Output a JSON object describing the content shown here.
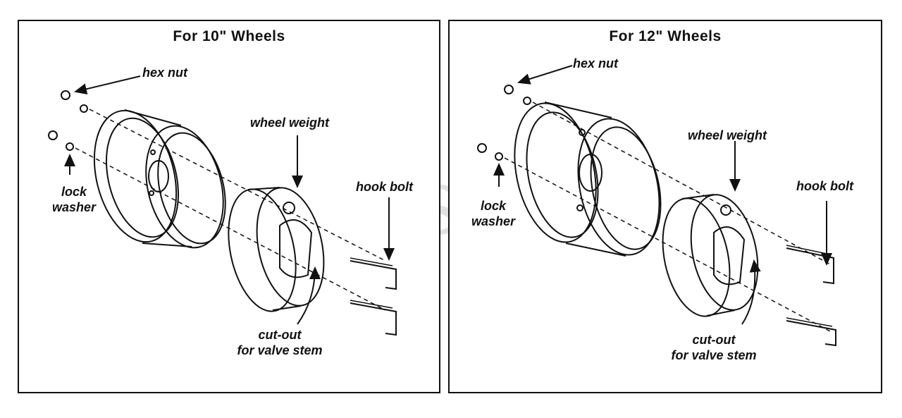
{
  "left_panel": {
    "title": "For 10\" Wheels",
    "labels": {
      "hex_nut": "hex nut",
      "wheel_weight": "wheel weight",
      "lock_washer_line1": "lock",
      "lock_washer_line2": "washer",
      "hook_bolt": "hook bolt",
      "cutout_line1": "cut-out",
      "cutout_line2": "for valve stem"
    }
  },
  "right_panel": {
    "title": "For 12\" Wheels",
    "labels": {
      "hex_nut": "hex nut",
      "wheel_weight": "wheel weight",
      "lock_washer_line1": "lock",
      "lock_washer_line2": "washer",
      "hook_bolt": "hook bolt",
      "cutout_line1": "cut-out",
      "cutout_line2": "for valve stem"
    }
  },
  "watermark": "PartsTree"
}
